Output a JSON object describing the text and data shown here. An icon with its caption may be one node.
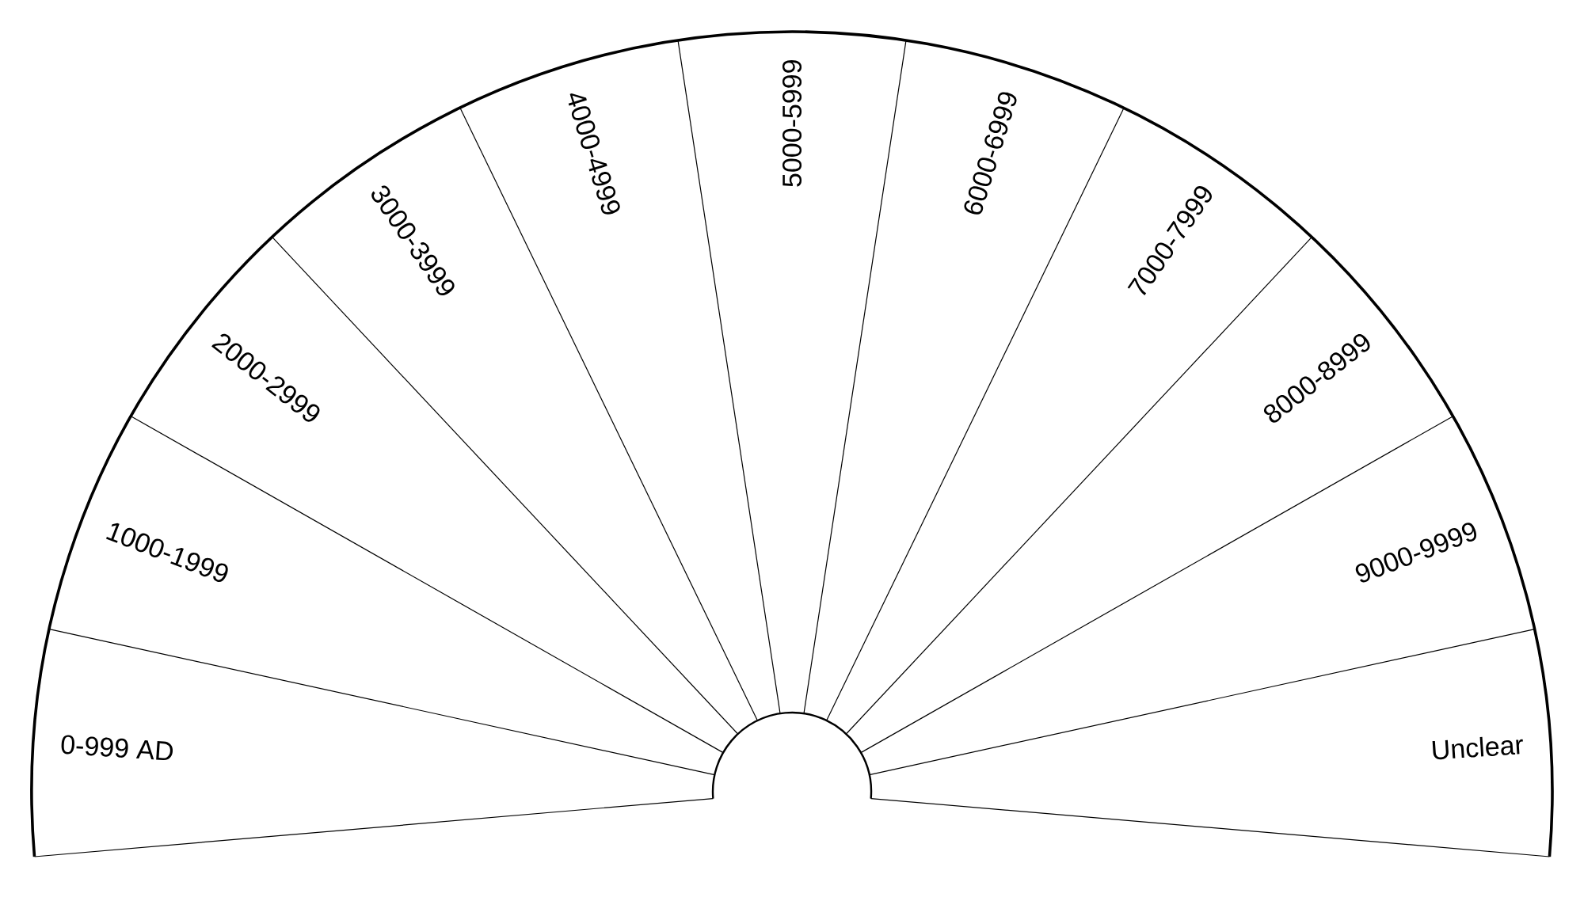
{
  "diagram": {
    "nodes": [
      {
        "text": [
          "0-999 AD"
        ]
      },
      {
        "text": [
          "1000-1999"
        ]
      },
      {
        "text": [
          "2000-2999"
        ]
      },
      {
        "text": [
          "3000-3999"
        ]
      },
      {
        "text": [
          "4000-4999"
        ]
      },
      {
        "text": [
          "5000-5999"
        ]
      },
      {
        "text": [
          "6000-6999"
        ]
      },
      {
        "text": [
          "7000-7999"
        ]
      },
      {
        "text": [
          "8000-8999"
        ]
      },
      {
        "text": [
          "9000-9999"
        ]
      },
      {
        "text": [
          "Unclear"
        ]
      }
    ]
  }
}
